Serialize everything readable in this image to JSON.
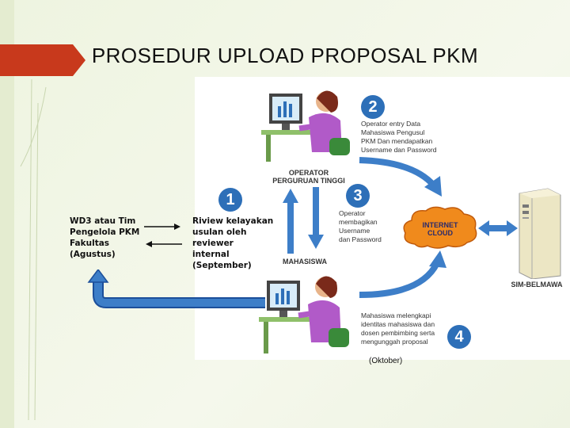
{
  "title": "PROSEDUR UPLOAD PROPOSAL PKM",
  "left_text": "WD3 atau Tim\nPengelola PKM\nFakultas\n(Agustus)",
  "middle_text": "Riview  kelayakan\nusulan oleh reviewer\ninternal\n(September)",
  "operator_label": "OPERATOR\nPERGURUAN TINGGI",
  "mahasiswa_label": "MAHASISWA",
  "cloud_label": "INTERNET\nCLOUD",
  "server_label": "SIM-BELMAWA",
  "steps": [
    {
      "number": "1"
    },
    {
      "number": "2",
      "text": "Operator  entry Data\nMahasiswa Pengusul\nPKM Dan mendapatkan\nUsername dan Password"
    },
    {
      "number": "3",
      "text": "Operator\nmembagikan\nUsername\ndan Password"
    },
    {
      "number": "4",
      "text": "Mahasiswa melengkapi\nidentitas mahasiswa dan\ndosen pembimbing serta\nmengunggah proposal"
    }
  ],
  "october": "(Oktober)",
  "colors": {
    "accent_red": "#c8391c",
    "arrow_blue": "#3d7ec8",
    "number_blue": "#2d6fb8",
    "cloud_orange": "#f08a1c",
    "person_purple": "#b15ac8"
  }
}
